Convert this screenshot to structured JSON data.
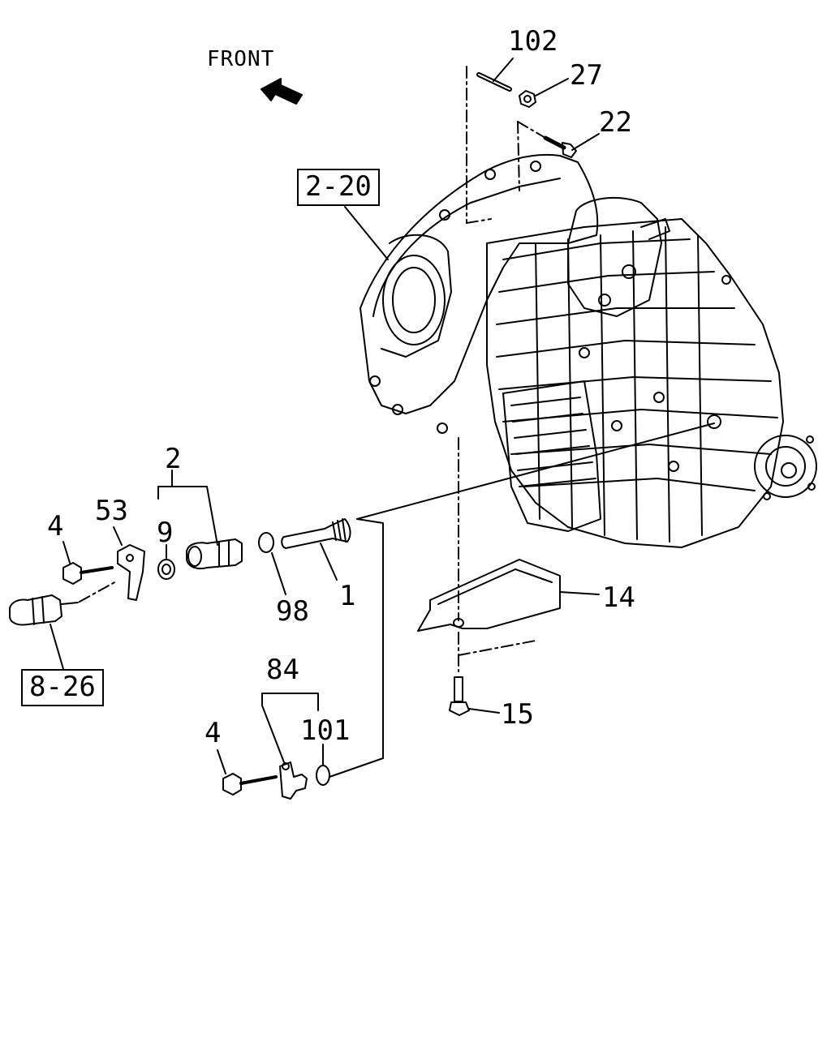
{
  "diagram": {
    "orientation_label": "FRONT",
    "reference_boxes": [
      {
        "id": "ref-a",
        "text": "2-20"
      },
      {
        "id": "ref-b",
        "text": "8-26"
      }
    ],
    "callouts": [
      {
        "id": "c102",
        "text": "102"
      },
      {
        "id": "c27",
        "text": "27"
      },
      {
        "id": "c22",
        "text": "22"
      },
      {
        "id": "c2",
        "text": "2"
      },
      {
        "id": "c53",
        "text": "53"
      },
      {
        "id": "c9",
        "text": "9"
      },
      {
        "id": "c4a",
        "text": "4"
      },
      {
        "id": "c98",
        "text": "98"
      },
      {
        "id": "c1",
        "text": "1"
      },
      {
        "id": "c14",
        "text": "14"
      },
      {
        "id": "c84",
        "text": "84"
      },
      {
        "id": "c4b",
        "text": "4"
      },
      {
        "id": "c101",
        "text": "101"
      },
      {
        "id": "c15",
        "text": "15"
      }
    ]
  }
}
